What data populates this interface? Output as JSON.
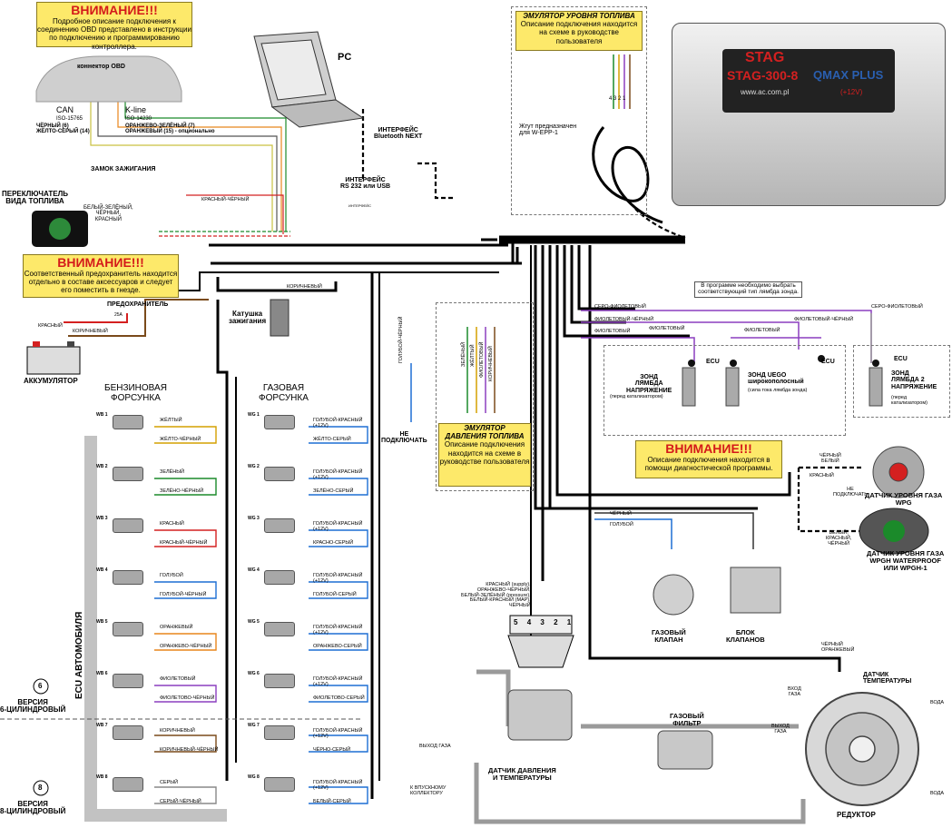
{
  "obd_warning": {
    "title": "ВНИМАНИЕ!!!",
    "text": "Подробное описание подключения к соединению OBD представлено в инструкции по подключению и программированию контроллера."
  },
  "obd": {
    "connector": "коннектор OBD",
    "can": "CAN",
    "can_iso": "ISO-15765",
    "can_wires": "ЧЁРНЫЙ (6)\nЖЁЛТО-СЕРЫЙ (14)",
    "kline": "K-line",
    "kline_iso": "ISO-14230",
    "kline_wires": "ОРАНЖЕВО-ЗЕЛЁНЫЙ (7)\nОРАНЖЕВЫЙ (15) - опционально"
  },
  "pc": {
    "label": "PC",
    "bt_label": "ИНТЕРФЕЙС\nBluetooth NEXT",
    "rs_label": "ИНТЕРФЕЙС\nRS 232 или USB",
    "iface_small": "ИНТЕРФЕЙС"
  },
  "fuel_emulator": {
    "title": "ЭМУЛЯТОР УРОВНЯ ТОПЛИВА",
    "desc": "Описание подключения находится на схеме в руководстве пользователя",
    "harness": "Жгут предназначен\nдля W-EPP-1",
    "pins": [
      "4",
      "3",
      "2",
      "1"
    ]
  },
  "controller": {
    "brand": "STAG",
    "model": "STAG-300-8",
    "suffix": "QMAX PLUS",
    "site": "www.ac.com.pl",
    "voltage": "(+12V)"
  },
  "ignition_lock": {
    "label": "ЗАМОК ЗАЖИГАНИЯ",
    "wire": "КРАСНЫЙ-ЧЁРНЫЙ"
  },
  "switch": {
    "label": "ПЕРЕКЛЮЧАТЕЛЬ\nВИДА ТОПЛИВА",
    "wires": "БЕЛЫЙ-ЗЕЛЁНЫЙ,\nЧЁРНЫЙ,\nКРАСНЫЙ"
  },
  "fuse_warning": {
    "title": "ВНИМАНИЕ!!!",
    "text": "Соответственный предохранитель находится отдельно в составе аксессуаров и следует его поместить в гнезде."
  },
  "fuse": {
    "label": "ПРЕДОХРАНИТЕЛЬ",
    "rating": "25A",
    "red": "КРАСНЫЙ",
    "brown": "КОРИЧНЕВЫЙ"
  },
  "battery": {
    "label": "АККУМУЛЯТОР"
  },
  "coil": {
    "label": "Катушка\nзажигания",
    "wire": "КОРИЧНЕВЫЙ"
  },
  "petrol_header": "БЕНЗИНОВАЯ\nФОРСУНКА",
  "gas_header": "ГАЗОВАЯ\nФОРСУНКА",
  "ecu_label": "ECU АВТОМОБИЛЯ",
  "petrol": [
    {
      "id": "WB 1",
      "top": "ЖЁЛТЫЙ",
      "bottom": "ЖЁЛТО-ЧЁРНЫЙ"
    },
    {
      "id": "WB 2",
      "top": "ЗЕЛЁНЫЙ",
      "bottom": "ЗЕЛЁНО-ЧЁРНЫЙ"
    },
    {
      "id": "WB 3",
      "top": "КРАСНЫЙ",
      "bottom": "КРАСНЫЙ-ЧЁРНЫЙ"
    },
    {
      "id": "WB 4",
      "top": "ГОЛУБОЙ",
      "bottom": "ГОЛУБОЙ-ЧЁРНЫЙ"
    },
    {
      "id": "WB 5",
      "top": "ОРАНЖЕВЫЙ",
      "bottom": "ОРАНЖЕВО-ЧЁРНЫЙ"
    },
    {
      "id": "WB 6",
      "top": "ФИОЛЕТОВЫЙ",
      "bottom": "ФИОЛЕТОВО-ЧЁРНЫЙ"
    },
    {
      "id": "WB 7",
      "top": "КОРИЧНЕВЫЙ",
      "bottom": "КОРИЧНЕВЫЙ-ЧЁРНЫЙ"
    },
    {
      "id": "WB 8",
      "top": "СЕРЫЙ",
      "bottom": "СЕРЫЙ-ЧЁРНЫЙ"
    }
  ],
  "gas": [
    {
      "id": "WG 1",
      "top": "ГОЛУБОЙ-КРАСНЫЙ\n(+12V)",
      "bottom": "ЖЁЛТО-СЕРЫЙ"
    },
    {
      "id": "WG 2",
      "top": "ГОЛУБОЙ-КРАСНЫЙ\n(+12V)",
      "bottom": "ЗЕЛЁНО-СЕРЫЙ"
    },
    {
      "id": "WG 3",
      "top": "ГОЛУБОЙ-КРАСНЫЙ\n(+12V)",
      "bottom": "КРАСНО-СЕРЫЙ"
    },
    {
      "id": "WG 4",
      "top": "ГОЛУБОЙ-КРАСНЫЙ\n(+12V)",
      "bottom": "ГОЛУБОЙ-СЕРЫЙ"
    },
    {
      "id": "WG 5",
      "top": "ГОЛУБОЙ-КРАСНЫЙ\n(+12V)",
      "bottom": "ОРАНЖЕВО-СЕРЫЙ"
    },
    {
      "id": "WG 6",
      "top": "ГОЛУБОЙ-КРАСНЫЙ\n(+12V)",
      "bottom": "ФИОЛЕТОВО-СЕРЫЙ"
    },
    {
      "id": "WG 7",
      "top": "ГОЛУБОЙ-КРАСНЫЙ\n(+12V)",
      "bottom": "ЧЁРНО-СЕРЫЙ"
    },
    {
      "id": "WG 8",
      "top": "ГОЛУБОЙ-КРАСНЫЙ\n(+12V)",
      "bottom": "БЕЛЫЙ-СЕРЫЙ"
    }
  ],
  "versions": [
    {
      "num": "6",
      "label": "ВЕРСИЯ\n6-ЦИЛИНДРОВЫЙ"
    },
    {
      "num": "8",
      "label": "ВЕРСИЯ\n8-ЦИЛИНДРОВЫЙ"
    }
  ],
  "not_connect": {
    "wire": "ГОЛУБОЙ-ЧЁРНЫЙ",
    "label": "НЕ\nПОДКЛЮЧАТЬ"
  },
  "pressure_emulator": {
    "title": "ЭМУЛЯТОР\nДАВЛЕНИЯ ТОПЛИВА",
    "desc": "Описание подключения находится на схеме в руководстве пользователя",
    "wires": [
      "ЗЕЛЁНЫЙ",
      "ЖЁЛТЫЙ",
      "ФИОЛЕТОВЫЙ",
      "КОРИЧНЕВЫЙ"
    ]
  },
  "lambda": {
    "note": "В программе необходимо выбрать соответствующий тип лямбда зонда.",
    "grey_violet": "СЕРО-ФИОЛЕТОВЫЙ",
    "violet_black": "ФИОЛЕТОВЫЙ-ЧЁРНЫЙ",
    "violet": "ФИОЛЕТОВЫЙ",
    "ecu": "ECU",
    "probe1": "ЗОНД\nЛЯМБДА\nНАПРЯЖЕНИЕ",
    "probe1_sub": "(перед катализатором)",
    "probe2": "ЗОНД UEGO\nширокополосный",
    "probe2_sub": "(сила тока лямбда зонда)",
    "probe3": "ЗОНД\nЛЯМБДА 2\nНАПРЯЖЕНИЕ",
    "probe3_sub": "(перед\nкатализатором)"
  },
  "diag_warning": {
    "title": "ВНИМАНИЕ!!!",
    "text": "Описание подключения находится в помощи диагностической программы."
  },
  "level_sensor": {
    "wires1": "ЧЁРНЫЙ\nБЕЛЫЙ",
    "red": "КРАСНЫЙ",
    "nc": "НЕ\nПОДКЛЮЧАТЬ",
    "label1": "ДАТЧИК УРОВНЯ ГАЗА\nWPG",
    "wires2": "БЕЛЫЙ,\nКРАСНЫЙ,\nЧЁРНЫЙ",
    "label2": "ДАТЧИК УРОВНЯ ГАЗА\nWPGH WATERPROOF\nИЛИ WPGH-1"
  },
  "valves": {
    "black": "ЧЁРНЫЙ",
    "blue": "ГОЛУБОЙ",
    "gas_valve": "ГАЗОВЫЙ\nКЛАПАН",
    "valve_block": "БЛОК\nКЛАПАНОВ"
  },
  "map_sensor": {
    "wires": "КРАСНЫЙ (supply),\nОРАНЖЕВО-ЧЁРНЫЙ,\nБЕЛЫЙ-ЗЕЛЁНЫЙ (pressure),\nБЕЛЫЙ-КРАСНЫЙ (MAP),\nЧЁРНЫЙ",
    "pins": [
      "5",
      "4",
      "3",
      "2",
      "1"
    ],
    "label": "ДАТЧИК ДАВЛЕНИЯ\nИ ТЕМПЕРАТУРЫ"
  },
  "temp_sensor": {
    "wires": "ЧЁРНЫЙ\nОРАНЖЕВЫЙ",
    "label": "ДАТЧИК\nТЕМПЕРАТУРЫ"
  },
  "gas_out": "ВЫХОД ГАЗА",
  "intake": "К ВПУСКНОМУ\nКОЛЛЕКТОРУ",
  "filter": "ГАЗОВЫЙ\nФИЛЬТР",
  "filter_out": "ВЫХОД\nГАЗА",
  "reducer": {
    "gas_in": "ВХОД\nГАЗА",
    "water": "ВОДА",
    "label": "РЕДУКТОР"
  }
}
